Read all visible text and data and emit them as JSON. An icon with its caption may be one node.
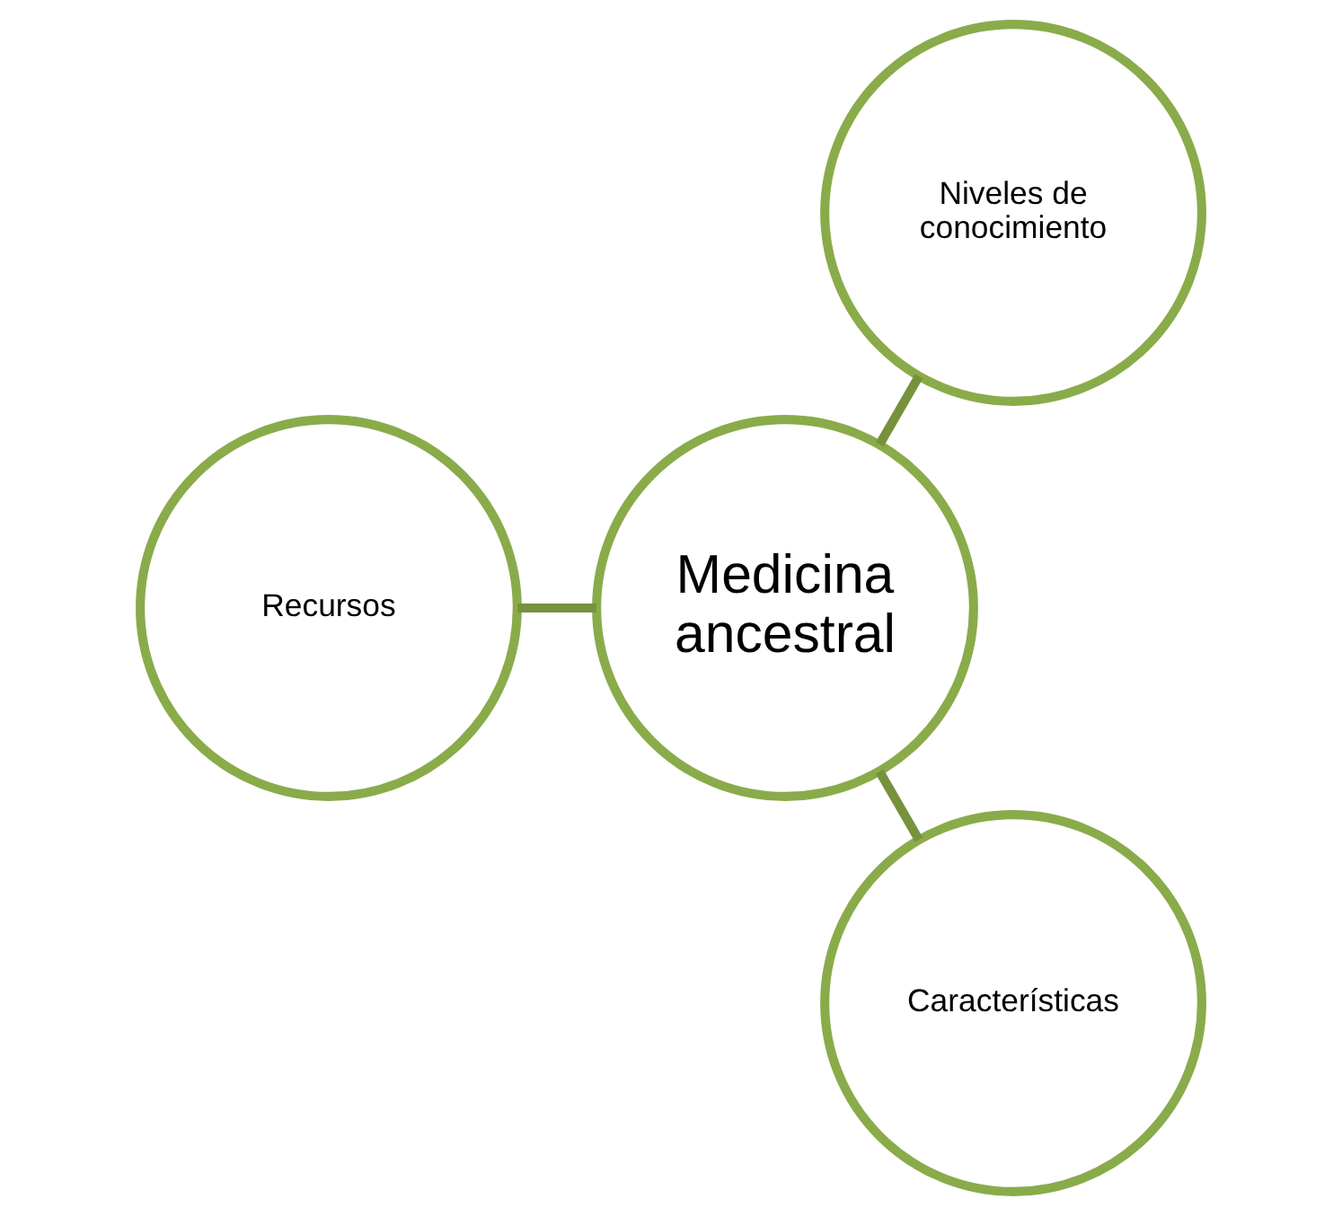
{
  "diagram": {
    "nodes": [
      {
        "text": [
          "Niveles de conocimiento"
        ]
      },
      {
        "text": [
          "Medicina ancestral"
        ]
      },
      {
        "text": [
          "Recursos"
        ]
      },
      {
        "text": [
          "Características"
        ]
      }
    ],
    "edges": [
      {
        "from": 1,
        "to": 0,
        "arrow": "none"
      },
      {
        "from": 1,
        "to": 2,
        "arrow": "none"
      },
      {
        "from": 1,
        "to": 3,
        "arrow": "none"
      }
    ]
  }
}
